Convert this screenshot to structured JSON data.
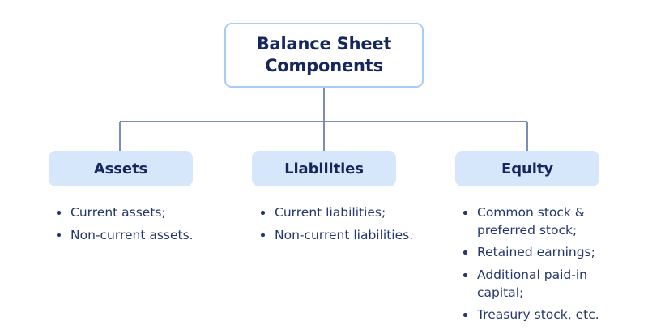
{
  "diagram": {
    "type": "org-chart",
    "root": {
      "label": "Balance Sheet\nComponents"
    },
    "branches": [
      {
        "id": "assets",
        "label": "Assets",
        "items": [
          "Current assets;",
          "Non-current assets."
        ]
      },
      {
        "id": "liabilities",
        "label": "Liabilities",
        "items": [
          "Current liabilities;",
          "Non-current liabilities."
        ]
      },
      {
        "id": "equity",
        "label": "Equity",
        "items": [
          "Common stock & preferred stock;",
          "Retained earnings;",
          "Additional paid-in capital;",
          "Treasury stock, etc."
        ]
      }
    ],
    "colors": {
      "background": "#ffffff",
      "root_border": "#a9cdf2",
      "root_fill": "#ffffff",
      "branch_fill": "#d6e6fb",
      "heading_text": "#15275c",
      "body_text": "#24366b",
      "connector_line": "#7b8db5"
    }
  }
}
